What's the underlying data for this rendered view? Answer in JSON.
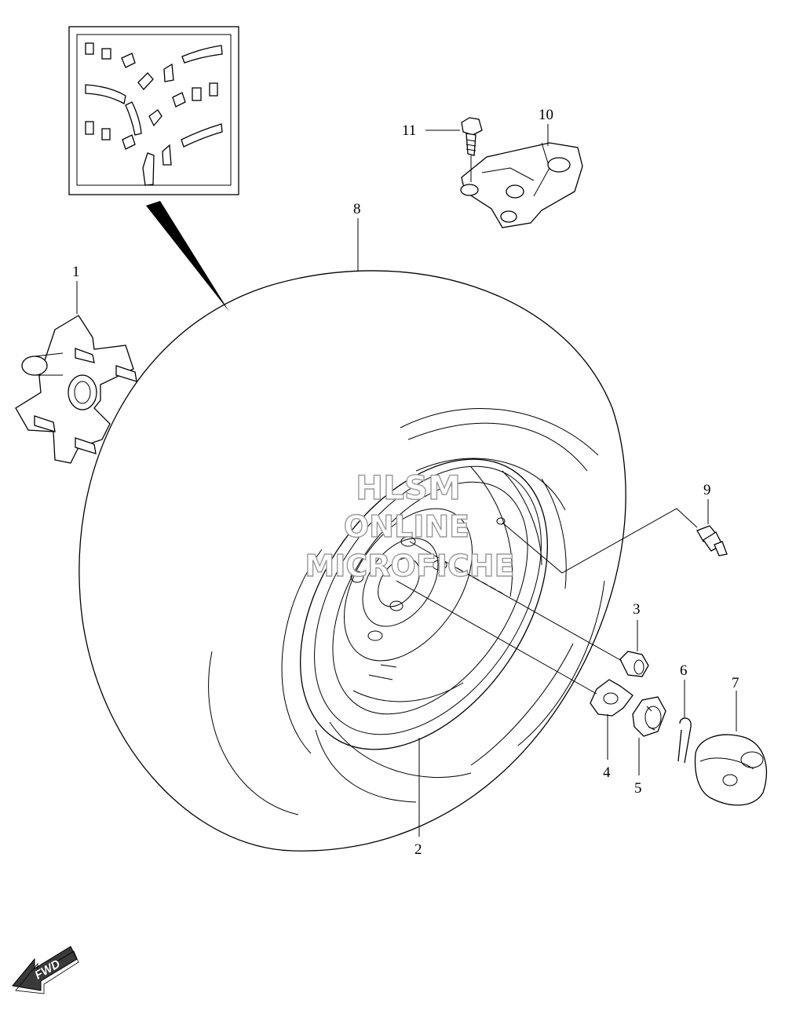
{
  "diagram": {
    "callouts": [
      {
        "id": "1",
        "label": "1"
      },
      {
        "id": "2",
        "label": "2"
      },
      {
        "id": "3",
        "label": "3"
      },
      {
        "id": "4",
        "label": "4"
      },
      {
        "id": "5",
        "label": "5"
      },
      {
        "id": "6",
        "label": "6"
      },
      {
        "id": "7",
        "label": "7"
      },
      {
        "id": "8",
        "label": "8"
      },
      {
        "id": "9",
        "label": "9"
      },
      {
        "id": "10",
        "label": "10"
      },
      {
        "id": "11",
        "label": "11"
      }
    ],
    "watermark": {
      "line1": "HLSM",
      "line2": "ONLINE",
      "line3": "MICROFICHE"
    },
    "direction_badge": "FWD"
  }
}
